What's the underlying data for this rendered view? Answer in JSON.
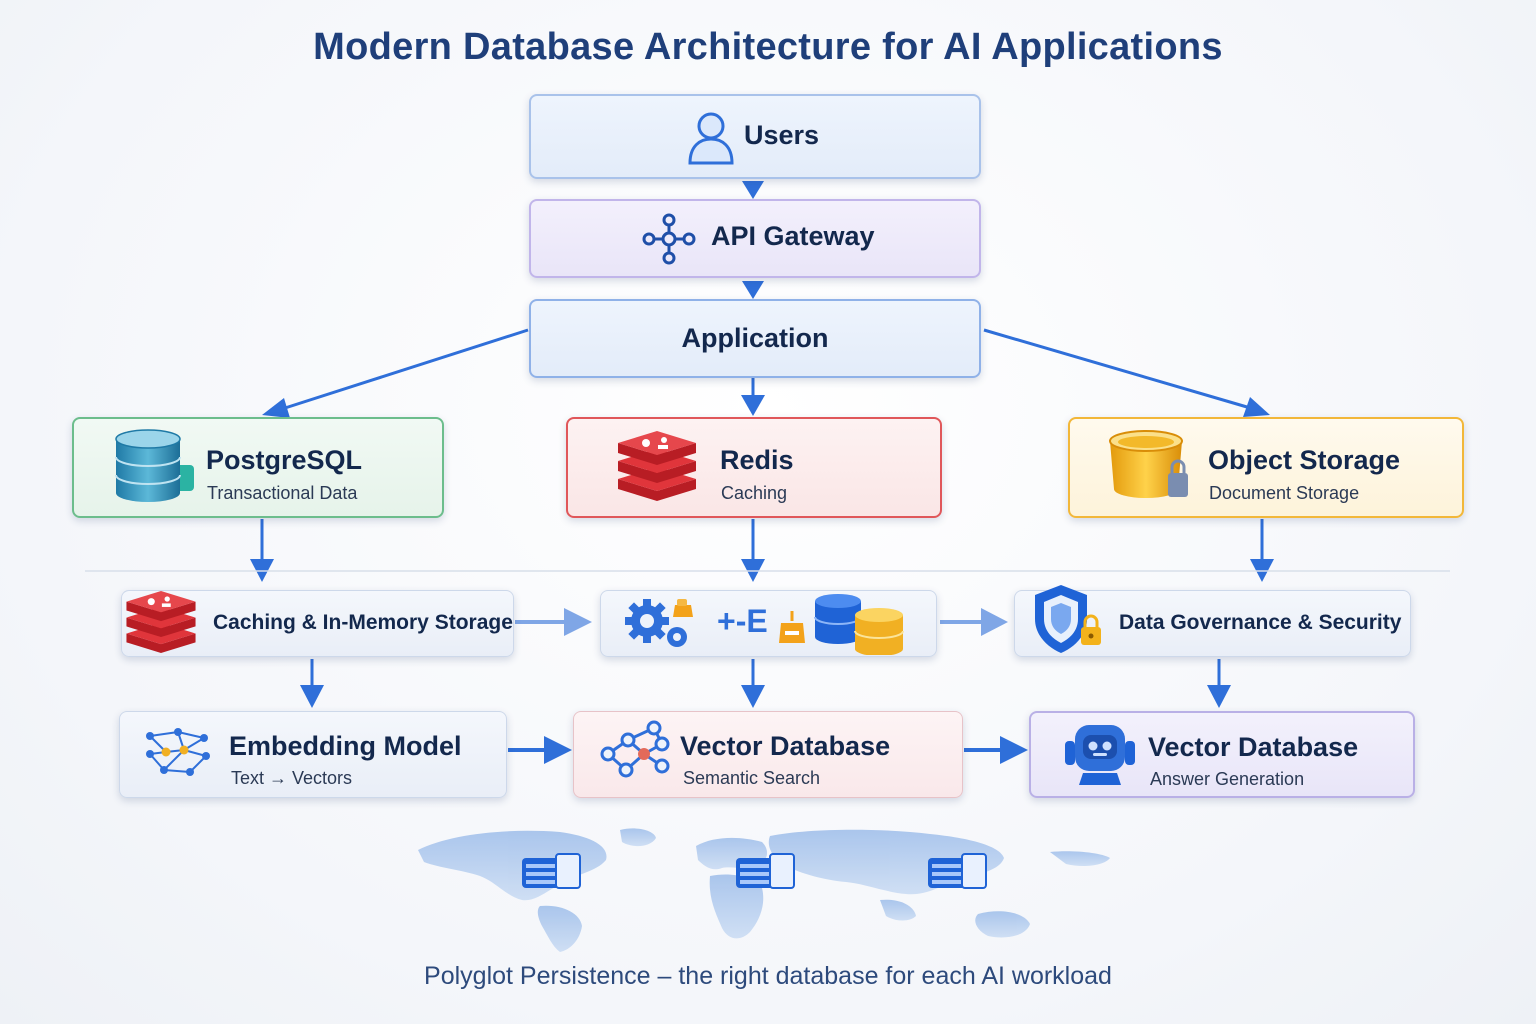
{
  "title": "Modern Database Architecture for AI Applications",
  "colors": {
    "arrow": "#2f6fd9",
    "title": "#1f3f7a",
    "postgres_border": "#6cbd8c",
    "redis_border": "#e0575a",
    "object_border": "#f2b739"
  },
  "top": {
    "users": {
      "label": "Users",
      "icon": "user-icon"
    },
    "gateway": {
      "label": "API Gateway",
      "icon": "network-hub-icon"
    },
    "application": {
      "label": "Application"
    }
  },
  "stores": {
    "postgres": {
      "name": "PostgreSQL",
      "desc": "Transactional Data",
      "icon": "database-cylinder-icon"
    },
    "redis": {
      "name": "Redis",
      "desc": "Caching",
      "icon": "redis-stack-icon"
    },
    "object": {
      "name": "Object Storage",
      "desc": "Document Storage",
      "icon": "bucket-lock-icon"
    }
  },
  "middle": {
    "caching": {
      "label": "Caching & In-Memory Storage",
      "icon": "redis-stack-icon"
    },
    "etl": {
      "text": "+-E",
      "icon": "gears-etl-icon"
    },
    "governance": {
      "label": "Data Governance & Security",
      "icon": "shield-lock-icon"
    }
  },
  "bottom": {
    "embedding": {
      "name": "Embedding Model",
      "desc": "Text → Vectors",
      "icon": "neural-net-icon"
    },
    "vector_search": {
      "name": "Vector Database",
      "desc": "Semantic Search",
      "icon": "graph-nodes-icon"
    },
    "vector_answer": {
      "name": "Vector Database",
      "desc": "Answer Generation",
      "icon": "robot-icon"
    }
  },
  "footer": "Polyglot Persistence – the right database for each AI workload"
}
